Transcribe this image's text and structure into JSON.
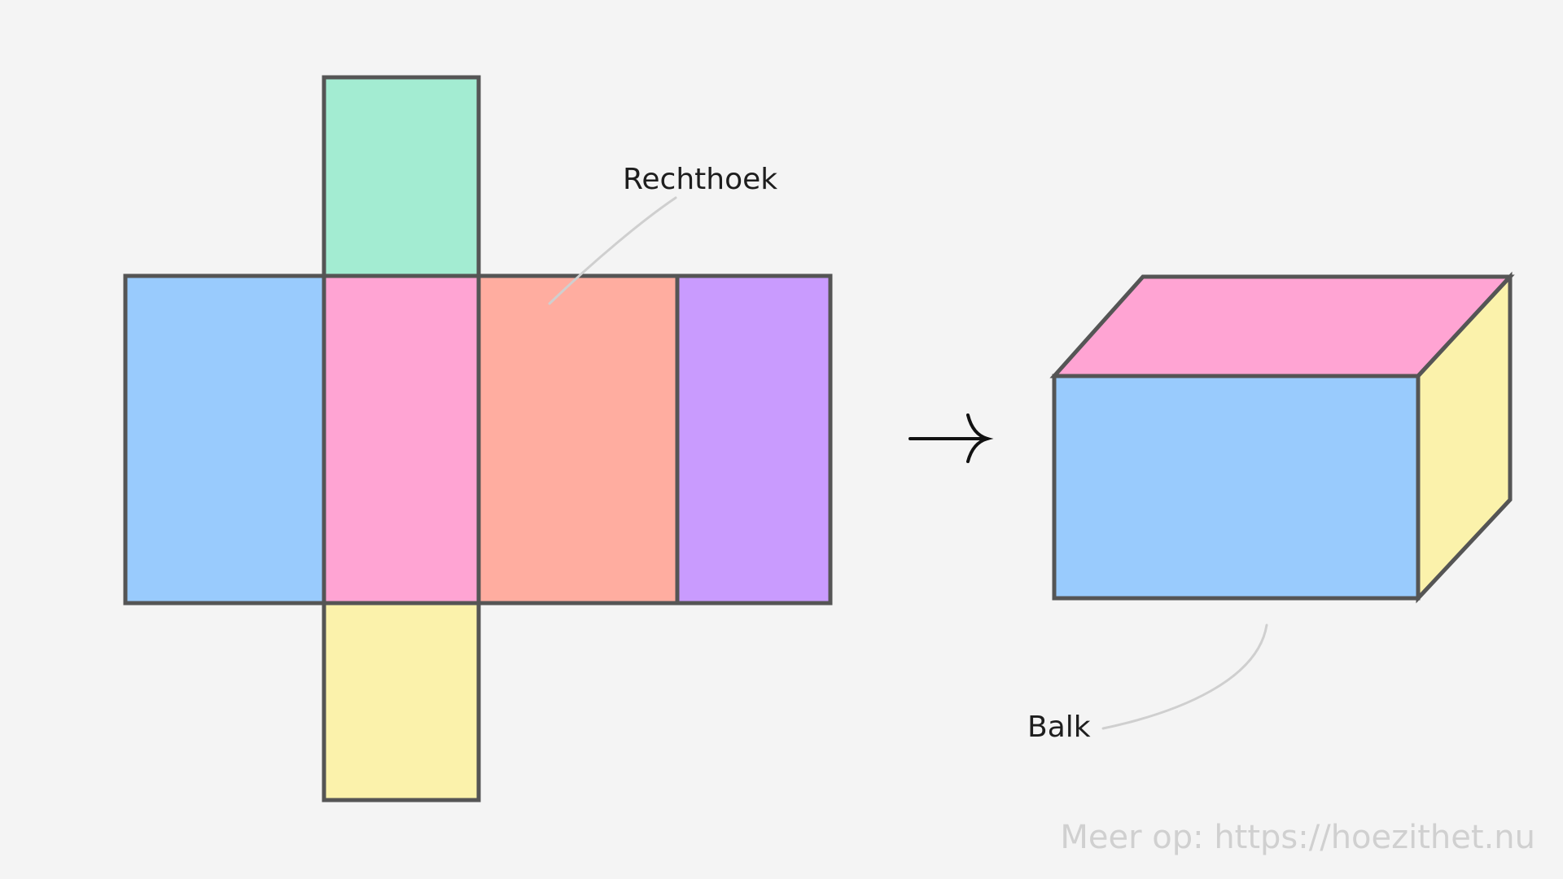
{
  "labels": {
    "net_face": "Rechthoek",
    "solid": "Balk"
  },
  "watermark": "Meer op: https://hoezithet.nu",
  "colors": {
    "background": "#f4f4f4",
    "outline": "#555555",
    "green": "#a3ecd2",
    "blue": "#99cbfd",
    "pink": "#ffa4d3",
    "salmon": "#ffada0",
    "purple": "#c99bfe",
    "yellow": "#fbf2ab",
    "leader": "#cfcfcf",
    "watermark": "#d0d0d0"
  },
  "net_faces": [
    {
      "name": "top",
      "color": "green"
    },
    {
      "name": "left",
      "color": "blue"
    },
    {
      "name": "front",
      "color": "pink"
    },
    {
      "name": "right",
      "color": "salmon"
    },
    {
      "name": "back",
      "color": "purple"
    },
    {
      "name": "bottom",
      "color": "yellow"
    }
  ],
  "solid_faces": [
    {
      "name": "top",
      "color": "pink"
    },
    {
      "name": "front",
      "color": "blue"
    },
    {
      "name": "side",
      "color": "yellow"
    }
  ],
  "icons": {
    "transform_arrow": "right-arrow-icon"
  }
}
